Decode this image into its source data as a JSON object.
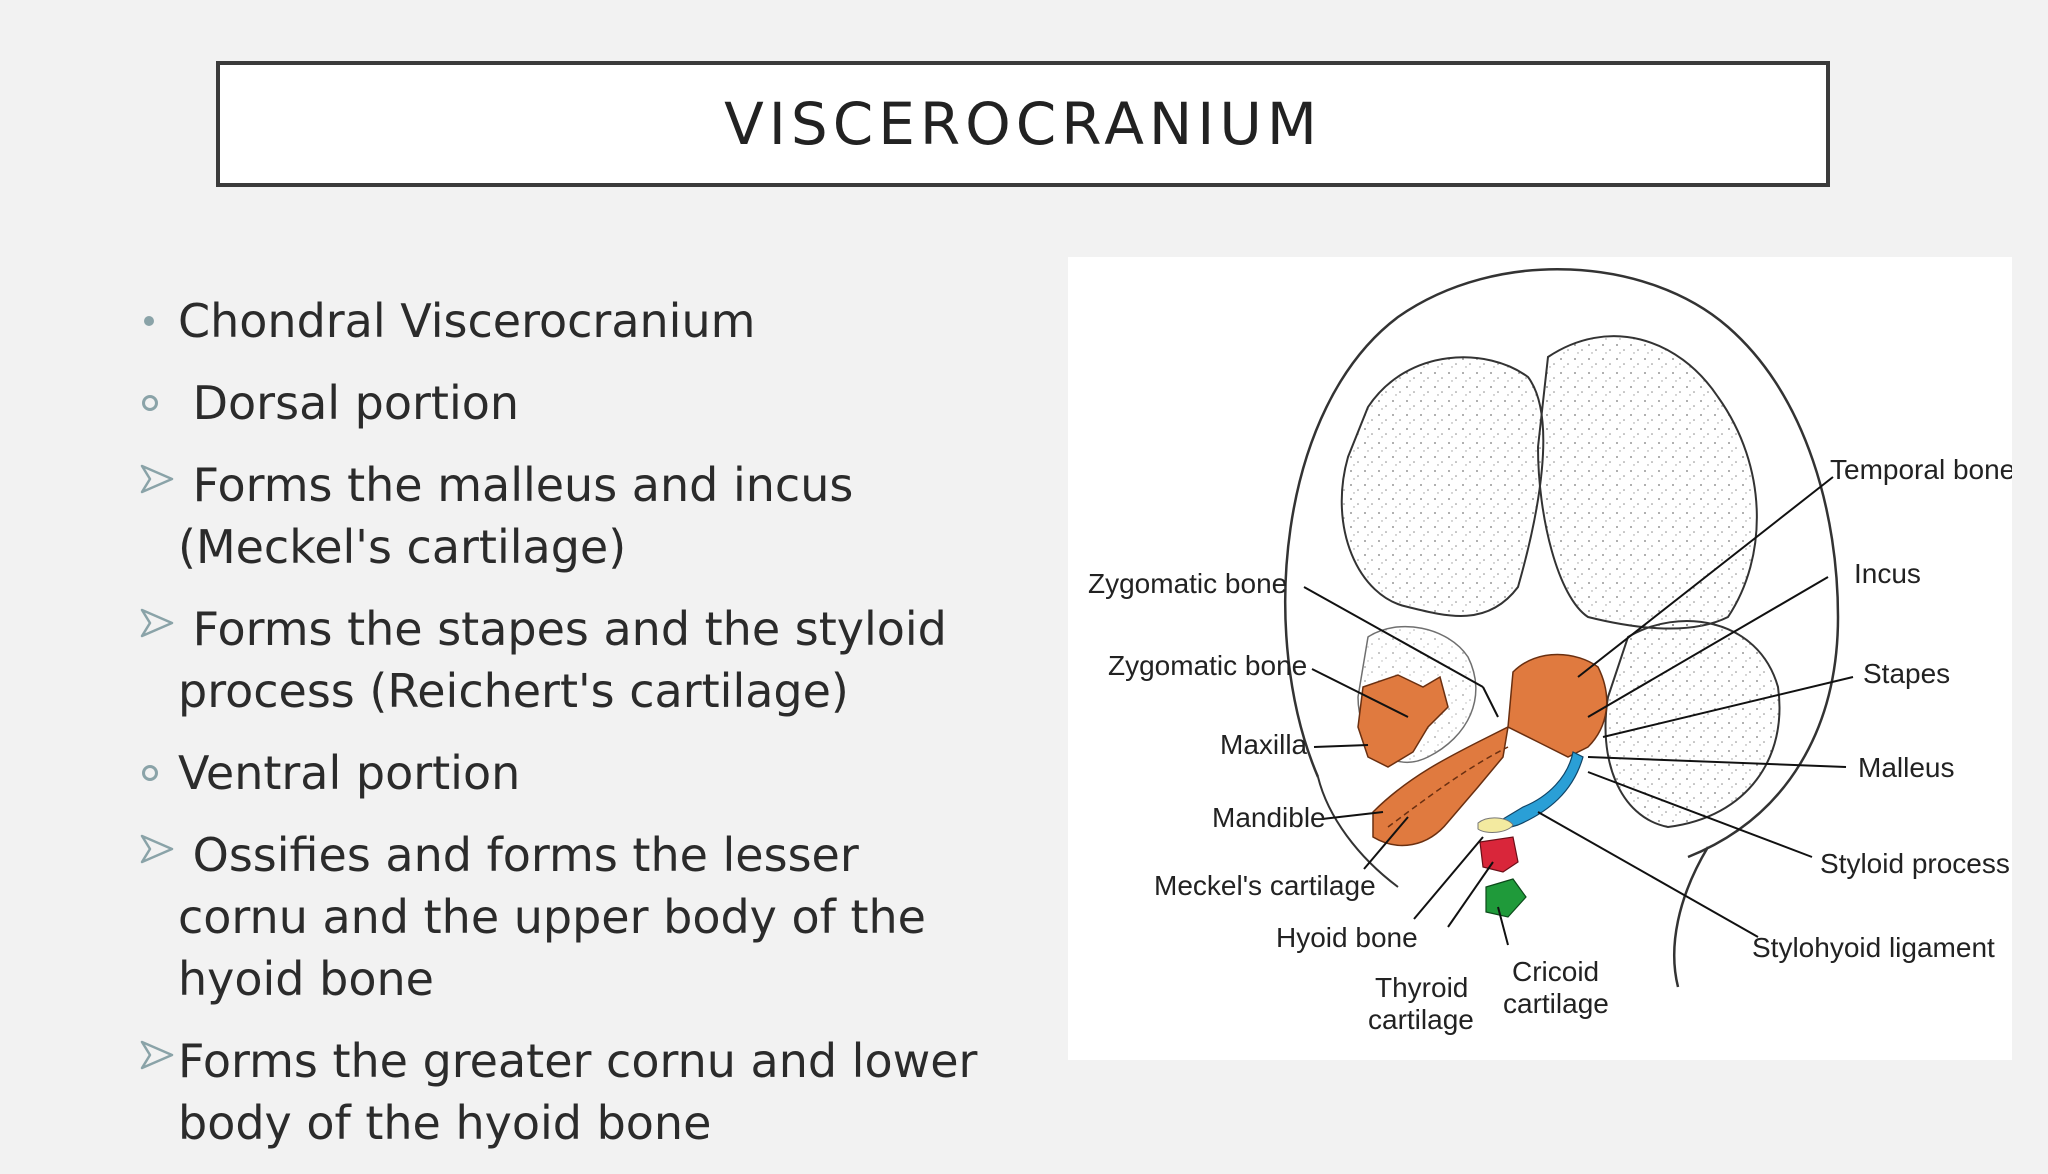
{
  "slide": {
    "title": "VISCEROCRANIUM",
    "bullets": [
      {
        "marker": "dot-bullet-icon",
        "text": "Chondral Viscerocranium"
      },
      {
        "marker": "circle-bullet-icon",
        "text": " Dorsal portion"
      },
      {
        "marker": "arrow-bullet-icon",
        "text": " Forms the malleus and incus (Meckel's cartilage)"
      },
      {
        "marker": "arrow-bullet-icon",
        "text": " Forms the stapes and the styloid process (Reichert's cartilage)"
      },
      {
        "marker": "circle-bullet-icon",
        "text": "Ventral portion"
      },
      {
        "marker": "arrow-bullet-icon",
        "text": " Ossifies and forms the lesser cornu and the upper body of the hyoid bone"
      },
      {
        "marker": "arrow-bullet-icon",
        "text": "Forms the greater cornu and lower body of the hyoid bone"
      }
    ]
  },
  "figure": {
    "labels": {
      "temporal_bone": "Temporal bone",
      "incus": "Incus",
      "stapes": "Stapes",
      "malleus": "Malleus",
      "styloid_process": "Styloid process",
      "stylohyoid_ligament": "Stylohyoid ligament",
      "zygomatic_bone_1": "Zygomatic bone",
      "zygomatic_bone_2": "Zygomatic bone",
      "maxilla": "Maxilla",
      "mandible": "Mandible",
      "meckels_cartilage": "Meckel's cartilage",
      "hyoid_bone": "Hyoid bone",
      "thyroid_cartilage_1": "Thyroid",
      "thyroid_cartilage_2": "cartilage",
      "cricoid_cartilage_1": "Cricoid",
      "cricoid_cartilage_2": "cartilage"
    },
    "colors": {
      "bone_orange": "#e07a3f",
      "cartilage_blue": "#2a9fd6",
      "hyoid_red": "#d9263a",
      "cricoid_green": "#1f9a3a",
      "meckel_yellow": "#f3eaa0"
    }
  }
}
